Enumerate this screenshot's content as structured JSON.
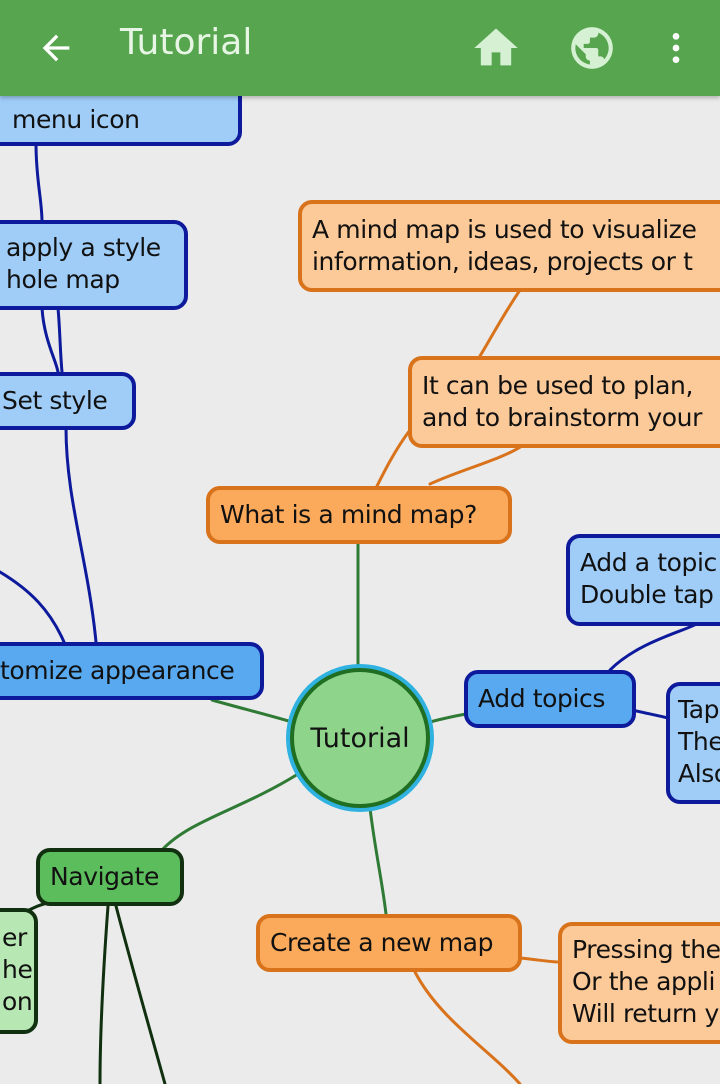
{
  "appbar": {
    "title": "Tutorial",
    "back_icon": "arrow-back-icon",
    "home_icon": "home-icon",
    "globe_icon": "globe-icon",
    "more_icon": "more-vert-icon",
    "bar_color": "#57a64f"
  },
  "mindmap": {
    "center": "Tutorial",
    "nodes": {
      "menu_icon": "menu icon",
      "apply_style_1": "apply a style",
      "apply_style_2": "hole map",
      "set_style": "Set style",
      "customize": "tomize appearance",
      "what_is": "What is a mind map?",
      "visualize_1": "A mind map is used to visualize",
      "visualize_2": "information, ideas, projects or t",
      "plan_1": "It can be used to plan,",
      "plan_2": "and to brainstorm your",
      "add_topics": "Add topics",
      "add_topic_1": "Add a topic",
      "add_topic_2": "Double tap",
      "tap_1": "Tap",
      "tap_2": "The",
      "tap_3": "Also",
      "navigate": "Navigate",
      "nav_side_1": "er",
      "nav_side_2": "he",
      "nav_side_3": "on",
      "create_map": "Create a new map",
      "pressing_1": "Pressing the",
      "pressing_2": "Or the appli",
      "pressing_3": "Will return y"
    }
  },
  "colors": {
    "blue_branch": "#0d1a9c",
    "orange_branch": "#d8721b",
    "green_branch": "#2f7a34",
    "center_ring": "#2fb2e0"
  }
}
